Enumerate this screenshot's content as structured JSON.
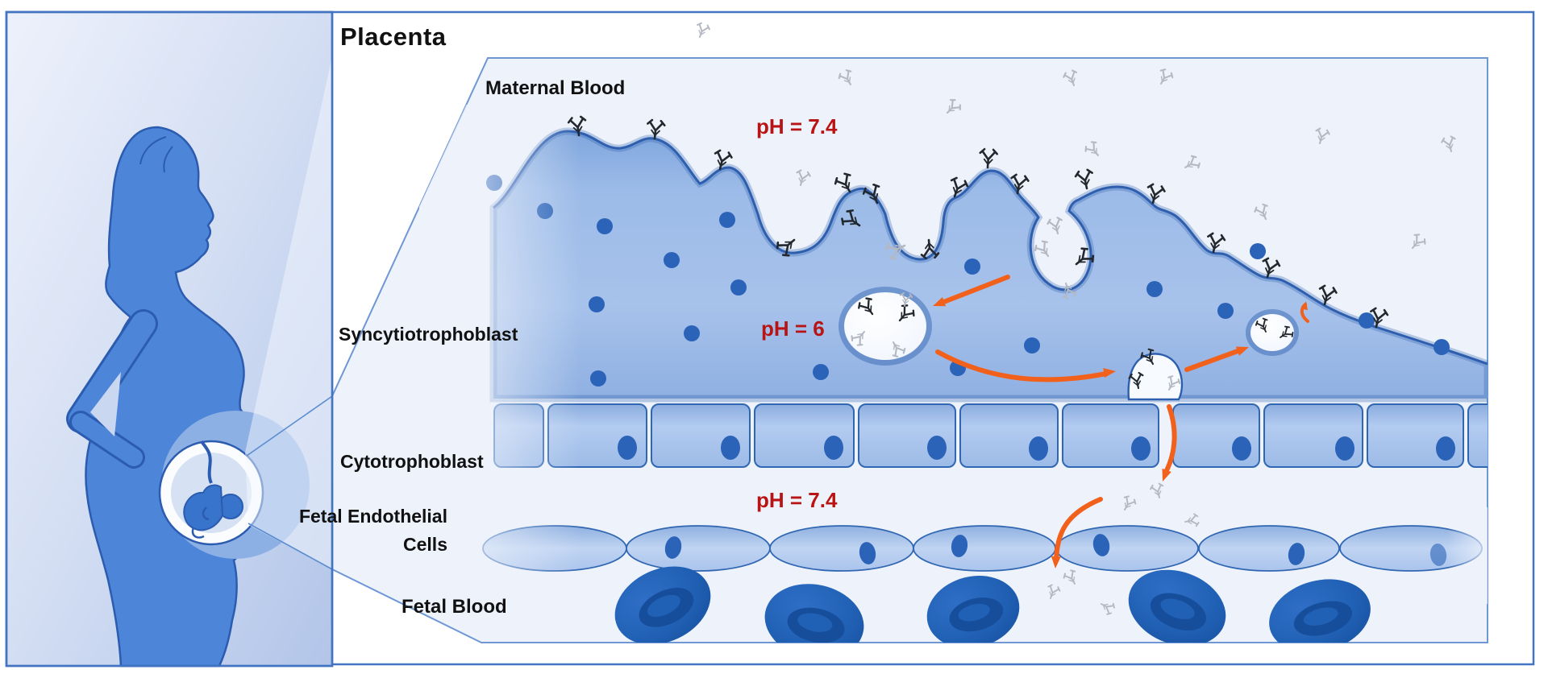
{
  "figure": {
    "title": "Placenta",
    "region_labels": {
      "maternal_blood": "Maternal Blood",
      "syncytiotrophoblast": "Syncytiotrophoblast",
      "cytotrophoblast": "Cytotrophoblast",
      "fetal_endothelial_line1": "Fetal Endothelial",
      "fetal_endothelial_line2": "Cells",
      "fetal_blood": "Fetal Blood"
    },
    "ph_labels": {
      "maternal": "pH = 7.4",
      "endosome": "pH = 6",
      "fetal": "pH = 7.4"
    },
    "colors": {
      "ph_red": "#b91414",
      "arrow_orange": "#f2611c",
      "cell_blue": "#9db9e6",
      "dark_blue": "#2161b5",
      "outline_blue": "#2d5fae",
      "panel_background": "#edf2fb",
      "antibody_dark": "#23282e",
      "antibody_gray": "#b3b8c2"
    }
  }
}
